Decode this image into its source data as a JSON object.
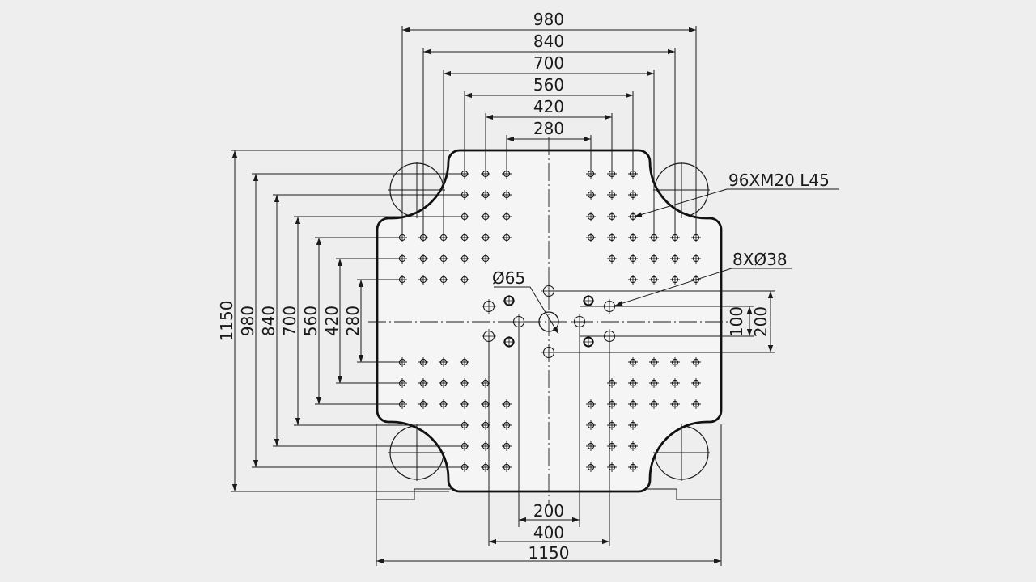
{
  "drawing": {
    "top_dimensions": [
      "980",
      "840",
      "700",
      "560",
      "420",
      "280"
    ],
    "left_dimensions": [
      "1150",
      "980",
      "840",
      "700",
      "560",
      "420",
      "280"
    ],
    "right_dimensions": [
      "100",
      "200"
    ],
    "bottom_dimensions": [
      "200",
      "400",
      "1150"
    ],
    "callouts": {
      "threaded_holes": "96XM20 L45",
      "locating_holes": "8XØ38",
      "center_hole": "Ø65"
    }
  }
}
